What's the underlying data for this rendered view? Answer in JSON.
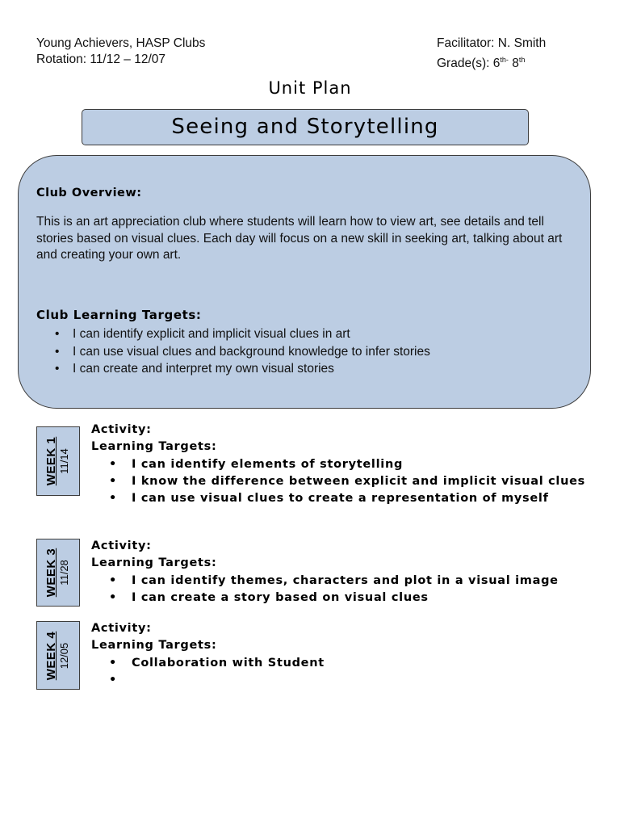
{
  "header": {
    "left_line1": "Young Achievers, HASP Clubs",
    "left_line2": "Rotation: 11/12 – 12/07",
    "right_line1": "Facilitator: N. Smith",
    "grades_prefix": "Grade(s): 6",
    "grades_sup1": "th-",
    "grades_mid": " 8",
    "grades_sup2": "th"
  },
  "unit_plan_label": "Unit Plan",
  "title": "Seeing and Storytelling",
  "overview": {
    "heading": "Club Overview:",
    "text": "This is an art appreciation club where students will learn how to view art, see details and tell stories based on visual clues. Each day will focus on a new skill in seeking art, talking about art and creating your own art.",
    "targets_heading": "Club Learning Targets:",
    "targets": [
      "I can identify explicit and implicit visual clues in art",
      "I can use visual clues and background knowledge to infer stories",
      "I can create and interpret my own visual stories"
    ]
  },
  "weeks": [
    {
      "label": "WEEK 1",
      "date": "11/14",
      "activity_label": "Activity:",
      "targets_label": "Learning Targets:",
      "targets": [
        "I can identify elements of storytelling",
        "I know the difference between explicit and implicit visual clues",
        "I can use visual clues to create a representation of myself"
      ]
    },
    {
      "label": "WEEK 3",
      "date": "11/28",
      "activity_label": "Activity:",
      "targets_label": "Learning Targets:",
      "targets": [
        "I can identify themes, characters and plot in a visual image",
        "I can create a story based on visual clues"
      ]
    },
    {
      "label": "WEEK 4",
      "date": "12/05",
      "activity_label": "Activity:",
      "targets_label": "Learning Targets:",
      "targets": [
        "Collaboration with Student",
        ""
      ]
    }
  ],
  "colors": {
    "box_fill": "#bccde3",
    "border": "#3d3d3d"
  }
}
